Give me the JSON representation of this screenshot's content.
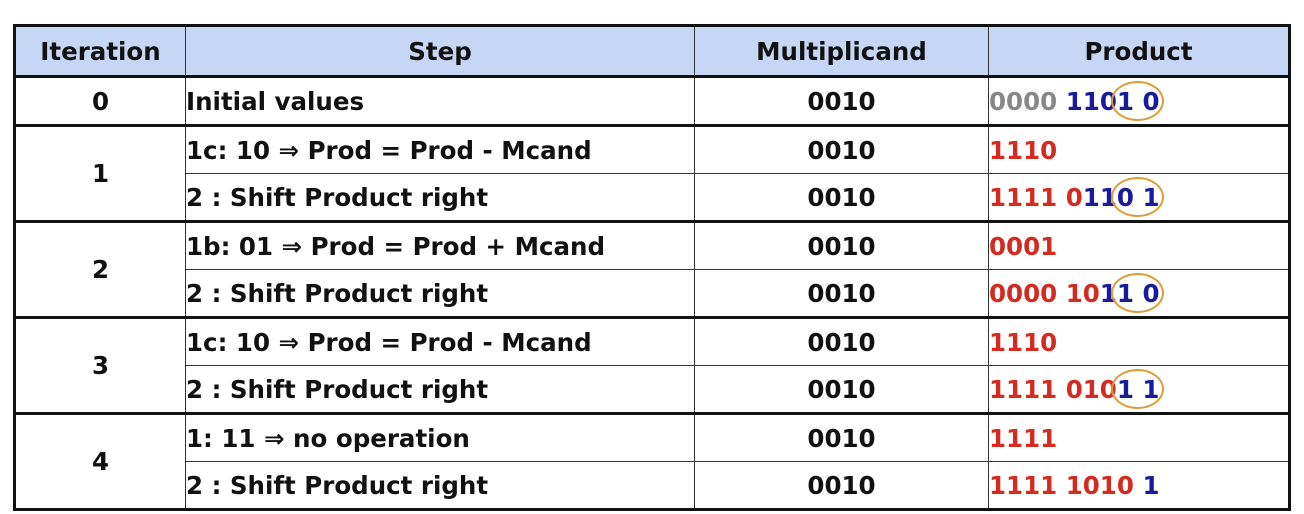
{
  "headers": {
    "iteration": "Iteration",
    "step": "Step",
    "multiplicand": "Multiplicand",
    "product": "Product"
  },
  "colors": {
    "header_bg": "#c6d7f6",
    "red": "#d42a20",
    "blue": "#1a1a9c",
    "gray": "#888888",
    "circle": "#e09a3a"
  },
  "rows": [
    {
      "iteration": "0",
      "step": "Initial values",
      "multiplicand": "0010",
      "product": [
        {
          "t": "0000",
          "c": "gray"
        },
        {
          "t": " 110",
          "c": "blue"
        },
        {
          "t": "1 0",
          "c": "blue"
        }
      ],
      "circled": true
    },
    {
      "iteration": "1",
      "step": "1c: 10 ⇒ Prod = Prod - Mcand",
      "multiplicand": "0010",
      "product": [
        {
          "t": "1110",
          "c": "red"
        }
      ],
      "circled": false
    },
    {
      "iteration": "",
      "step": "2 : Shift Product right",
      "multiplicand": "0010",
      "product": [
        {
          "t": "1111 0",
          "c": "red"
        },
        {
          "t": "11",
          "c": "blue"
        },
        {
          "t": "0 1",
          "c": "blue"
        }
      ],
      "circled": true
    },
    {
      "iteration": "2",
      "step": "1b: 01 ⇒ Prod = Prod + Mcand",
      "multiplicand": "0010",
      "product": [
        {
          "t": "0001",
          "c": "red"
        }
      ],
      "circled": false
    },
    {
      "iteration": "",
      "step": "2 : Shift Product right",
      "multiplicand": "0010",
      "product": [
        {
          "t": "0000 10",
          "c": "red"
        },
        {
          "t": "1",
          "c": "blue"
        },
        {
          "t": "1 0",
          "c": "blue"
        }
      ],
      "circled": true
    },
    {
      "iteration": "3",
      "step": "1c: 10 ⇒ Prod = Prod - Mcand",
      "multiplicand": "0010",
      "product": [
        {
          "t": "1110",
          "c": "red"
        }
      ],
      "circled": false
    },
    {
      "iteration": "",
      "step": "2 : Shift Product right",
      "multiplicand": "0010",
      "product": [
        {
          "t": "1111 010",
          "c": "red"
        },
        {
          "t": "1 1",
          "c": "blue"
        }
      ],
      "circled": true
    },
    {
      "iteration": "4",
      "step": "1: 11 ⇒ no operation",
      "multiplicand": "0010",
      "product": [
        {
          "t": "1111",
          "c": "red"
        }
      ],
      "circled": false
    },
    {
      "iteration": "",
      "step": "2 : Shift Product right",
      "multiplicand": "0010",
      "product": [
        {
          "t": "1111 1010 ",
          "c": "red"
        },
        {
          "t": "1",
          "c": "blue"
        }
      ],
      "circled": false
    }
  ]
}
